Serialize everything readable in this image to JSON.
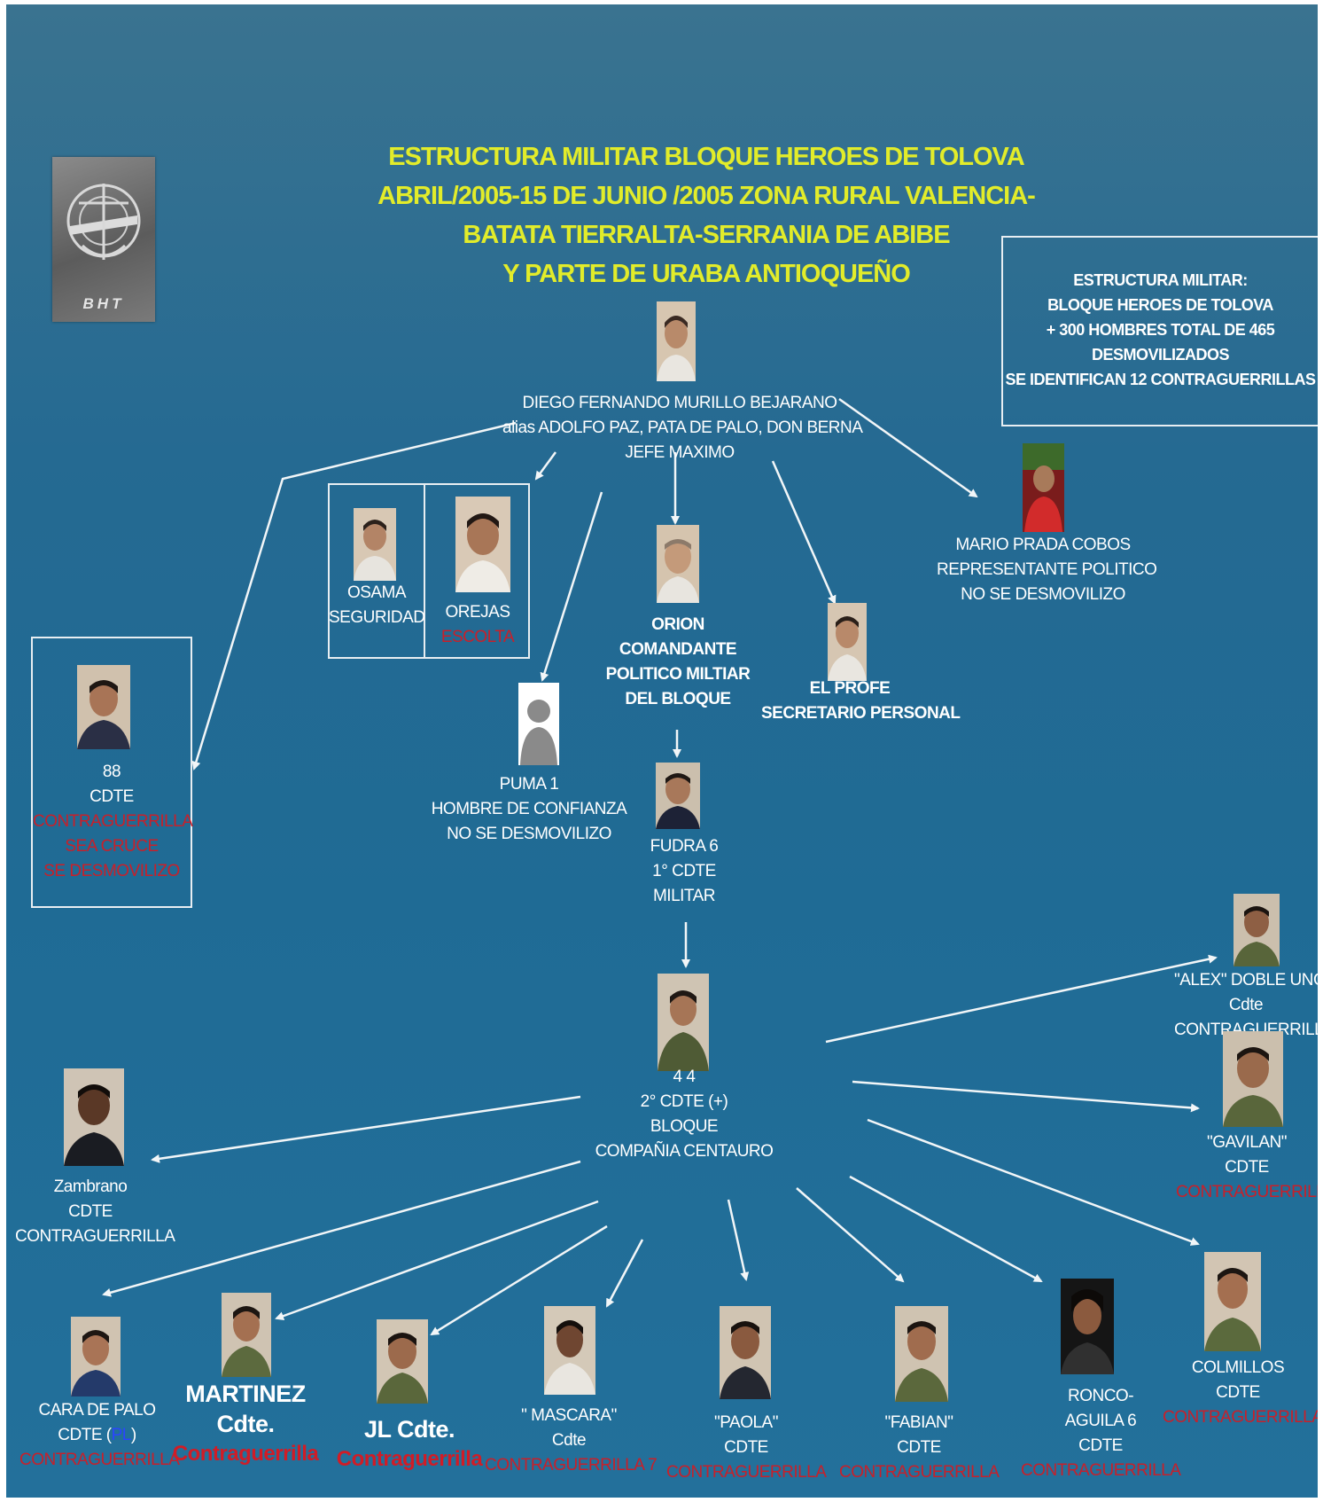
{
  "title_lines": [
    "ESTRUCTURA MILITAR BLOQUE HEROES DE TOLOVA",
    "ABRIL/2005-15 DE JUNIO /2005 ZONA RURAL VALENCIA-",
    "BATATA TIERRALTA-SERRANIA DE ABIBE",
    "Y PARTE DE URABA ANTIOQUEÑO"
  ],
  "logo": {
    "text": "BHT"
  },
  "infobox": {
    "lines": [
      "ESTRUCTURA   MILITAR:",
      "BLOQUE  HEROES  DE  TOLOVA",
      "+ 300 HOMBRES  TOTAL  DE  465",
      "DESMOVILIZADOS",
      "SE IDENTIFICAN   12 CONTRAGUERRILLAS"
    ]
  },
  "people": {
    "diego": {
      "name": "DIEGO FERNANDO MURILLO BEJARANO",
      "alias": "alias ADOLFO PAZ,  PATA DE PALO,  DON BERNA",
      "role": "JEFE MAXIMO"
    },
    "mario": {
      "name": "MARIO  PRADA COBOS",
      "role": "REPRESENTANTE POLITICO",
      "note": "NO SE DESMOVILIZO"
    },
    "osama": {
      "name": "OSAMA",
      "role": "SEGURIDAD"
    },
    "orejas": {
      "name": "OREJAS",
      "note": "ESCOLTA"
    },
    "orion": {
      "name": "ORION",
      "role": "COMANDANTE",
      "role2": "POLITICO  MILTIAR",
      "role3": "DEL  BLOQUE"
    },
    "profe": {
      "name": "EL  PROFE",
      "role": "SECRETARIO   PERSONAL"
    },
    "puma": {
      "name": "PUMA 1",
      "role": "HOMBRE DE CONFIANZA",
      "note": "NO SE DESMOVILIZO"
    },
    "b8": {
      "name": "88",
      "role": "CDTE",
      "note1": "CONTRAGUERRILLA",
      "note2": "SEA CRUCE",
      "note3": "SE DESMOVILIZO"
    },
    "fudra": {
      "name": "FUDRA 6",
      "role": "1° CDTE",
      "role2": "MILITAR"
    },
    "c44": {
      "name": "4 4",
      "role": "2° CDTE (+)",
      "role2": "BLOQUE",
      "role3": "COMPAÑIA  CENTAURO"
    },
    "alex": {
      "name": "\"ALEX\"  DOBLE UNO\"",
      "role": "Cdte",
      "note": "CONTRAGUERRILLA"
    },
    "gavilan": {
      "name": "\"GAVILAN\"",
      "role": "CDTE",
      "note": "CONTRAGUERRILLA"
    },
    "zambrano": {
      "name": "Zambrano",
      "role": "CDTE",
      "note": "CONTRAGUERRILLA"
    },
    "colmillos": {
      "name": "COLMILLOS",
      "role": "CDTE",
      "note": "CONTRAGUERRILLA"
    },
    "cara": {
      "name": "CARA DE PALO",
      "role": "CDTE",
      "role_suffix": "PL",
      "note": "CONTRAGUERRILLA"
    },
    "martinez": {
      "name": "MARTINEZ",
      "role": "Cdte.",
      "note": "Contraguerrilla"
    },
    "jl": {
      "name": "JL Cdte.",
      "note": "Contraguerrilla"
    },
    "mascara": {
      "name": "\" MASCARA\"",
      "role": "Cdte",
      "note": "CONTRAGUERRILLA 7"
    },
    "paola": {
      "name": "\"PAOLA\"",
      "role": "CDTE",
      "note": "CONTRAGUERRILLA"
    },
    "fabian": {
      "name": "\"FABIAN\"",
      "role": "CDTE",
      "note": "CONTRAGUERRILLA"
    },
    "ronco": {
      "name": "RONCO-",
      "name2": "AGUILA 6",
      "role": "CDTE",
      "note": "CONTRAGUERRILLA"
    }
  },
  "colors": {
    "background": "#256a92",
    "title": "#e2ec2a",
    "label": "#ffffff",
    "note_red": "#c8202a",
    "arrow": "#f2f6f8"
  }
}
